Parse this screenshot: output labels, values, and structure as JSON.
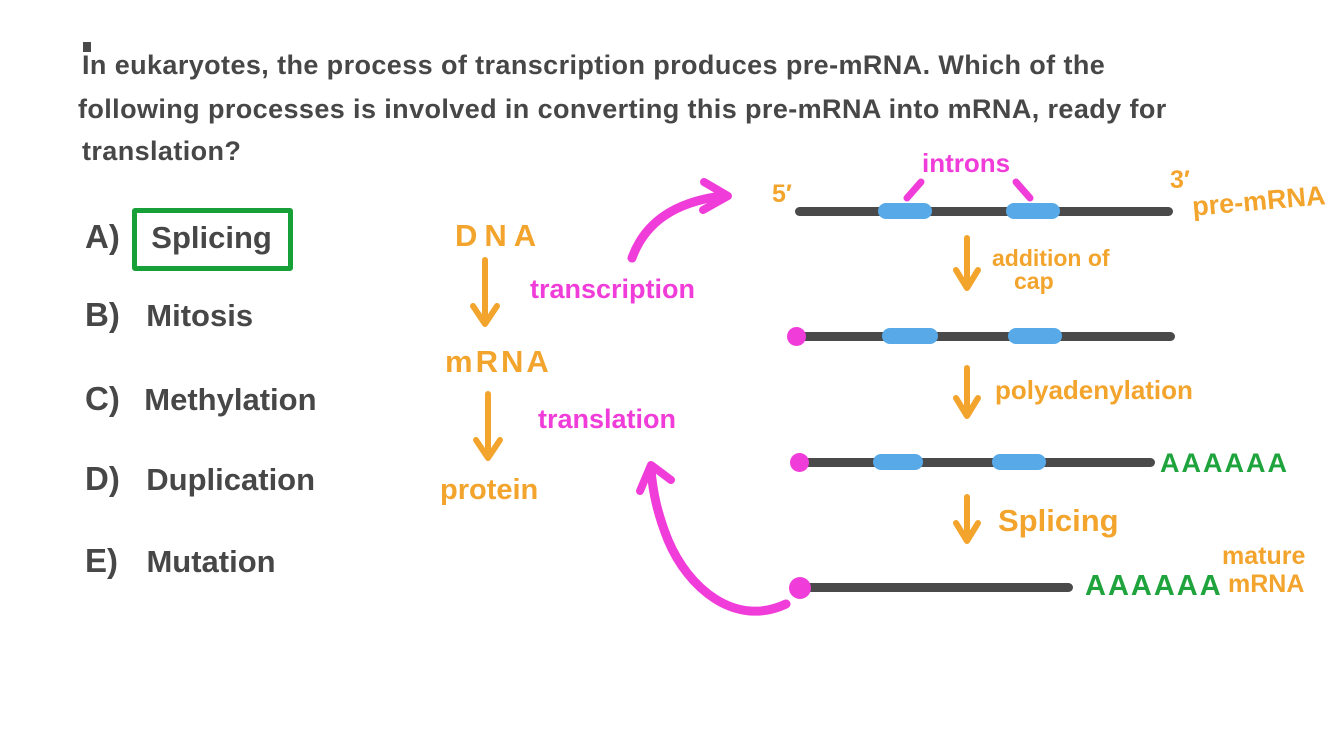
{
  "question": {
    "line1": "In eukaryotes, the process of transcription produces pre-mRNA. Which of the",
    "line2": "following processes is involved in converting this pre-mRNA into mRNA, ready for",
    "line3": "translation?"
  },
  "options": [
    {
      "letter": "A)",
      "label": "Splicing",
      "selected": true
    },
    {
      "letter": "B)",
      "label": "Mitosis",
      "selected": false
    },
    {
      "letter": "C)",
      "label": "Methylation",
      "selected": false
    },
    {
      "letter": "D)",
      "label": "Duplication",
      "selected": false
    },
    {
      "letter": "E)",
      "label": "Mutation",
      "selected": false
    }
  ],
  "central_dogma": {
    "dna": "DNA",
    "mrna": "mRNA",
    "protein": "protein",
    "transcription": "transcription",
    "translation": "translation"
  },
  "processing": {
    "five_prime": "5′",
    "three_prime": "3′",
    "pre_mrna": "pre-mRNA",
    "introns": "introns",
    "cap_line1": "addition of",
    "cap_line2": "cap",
    "polyadenylation": "polyadenylation",
    "splicing": "Splicing",
    "polya_tail_1": "AAAAAA",
    "polya_tail_2": "AAAAAA",
    "mature_line1": "mature",
    "mature_line2": "mRNA"
  },
  "colors": {
    "text_dark": "#474747",
    "orange": "#F2A42D",
    "pink": "#F03CD8",
    "intron_blue": "#57A9E8",
    "polya_green": "#1FA33C",
    "answer_box_green": "#18A038",
    "rna_line": "#4A4A4A"
  }
}
